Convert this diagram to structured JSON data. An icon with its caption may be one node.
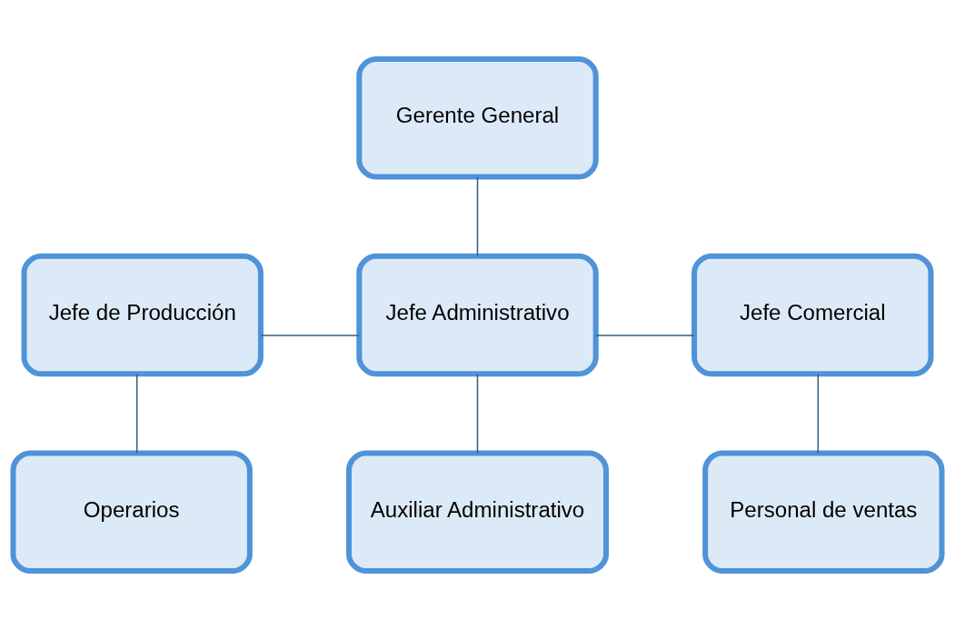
{
  "diagram": {
    "nodes": [
      {
        "text": [
          "Gerente General"
        ]
      },
      {
        "text": [
          "Jefe de Producción"
        ]
      },
      {
        "text": [
          "Jefe Administrativo"
        ]
      },
      {
        "text": [
          "Jefe Comercial"
        ]
      },
      {
        "text": [
          "Operarios"
        ]
      },
      {
        "text": [
          "Auxiliar Administrativo"
        ]
      },
      {
        "text": [
          "Personal de ventas"
        ]
      }
    ],
    "edges": [
      {
        "from": 0,
        "to": 2,
        "arrow": "none"
      },
      {
        "from": 2,
        "to": 1,
        "arrow": "none"
      },
      {
        "from": 2,
        "to": 3,
        "arrow": "none"
      },
      {
        "from": 1,
        "to": 4,
        "arrow": "none"
      },
      {
        "from": 2,
        "to": 5,
        "arrow": "none"
      },
      {
        "from": 3,
        "to": 6,
        "arrow": "none"
      }
    ]
  }
}
